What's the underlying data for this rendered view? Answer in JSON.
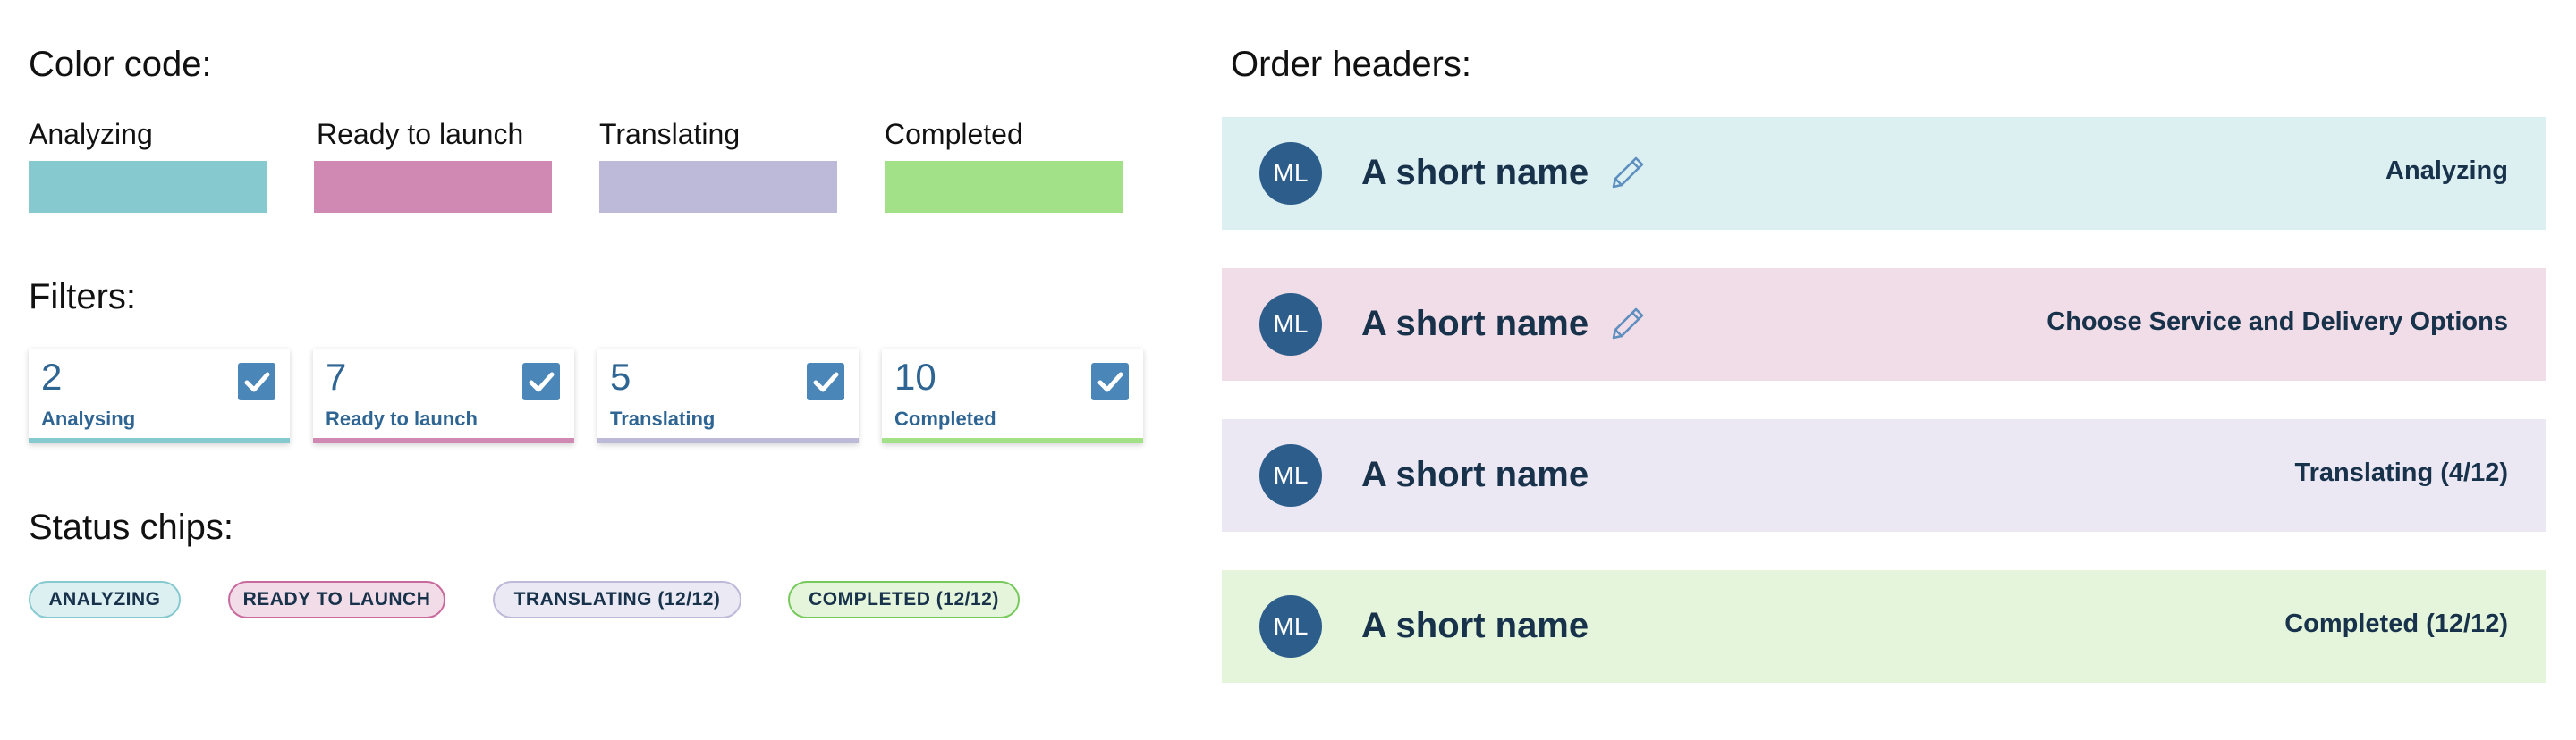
{
  "sections": {
    "color_code": "Color code:",
    "filters": "Filters:",
    "status_chips": "Status chips:",
    "order_headers": "Order headers:"
  },
  "color_code": [
    {
      "label": "Analyzing",
      "color": "#86c9cf"
    },
    {
      "label": "Ready to launch",
      "color": "#cf89b3"
    },
    {
      "label": "Translating",
      "color": "#bcb9d9"
    },
    {
      "label": "Completed",
      "color": "#a2e188"
    }
  ],
  "filters": [
    {
      "count": "2",
      "label": "Analysing",
      "checked": true,
      "color": "#86c9cf"
    },
    {
      "count": "7",
      "label": "Ready to launch",
      "checked": true,
      "color": "#cf89b3"
    },
    {
      "count": "5",
      "label": "Translating",
      "checked": true,
      "color": "#bcb9d9"
    },
    {
      "count": "10",
      "label": "Completed",
      "checked": true,
      "color": "#a2e188"
    }
  ],
  "chips": [
    {
      "label": "ANALYZING",
      "bg": "#dcf0f2",
      "border": "#86c9cf"
    },
    {
      "label": "READY TO LAUNCH",
      "bg": "#f1dce8",
      "border": "#c86a9e"
    },
    {
      "label": "TRANSLATING (12/12)",
      "bg": "#ebe9f4",
      "border": "#bcb9d9"
    },
    {
      "label": "COMPLETED (12/12)",
      "bg": "#e4f5dc",
      "border": "#78c95c"
    }
  ],
  "orders": [
    {
      "initials": "ML",
      "name": "A short name",
      "status": "Analyzing",
      "bg": "#dcf0f2",
      "editable": true,
      "edit_icon": "pencil-icon"
    },
    {
      "initials": "ML",
      "name": "A short name",
      "status": "Choose Service and Delivery Options",
      "bg": "#f0dde8",
      "editable": true,
      "edit_icon": "pencil-icon"
    },
    {
      "initials": "ML",
      "name": "A short name",
      "status": "Translating (4/12)",
      "bg": "#ebe8f4",
      "editable": false
    },
    {
      "initials": "ML",
      "name": "A short name",
      "status": "Completed (12/12)",
      "bg": "#e4f5dc",
      "editable": false
    }
  ]
}
